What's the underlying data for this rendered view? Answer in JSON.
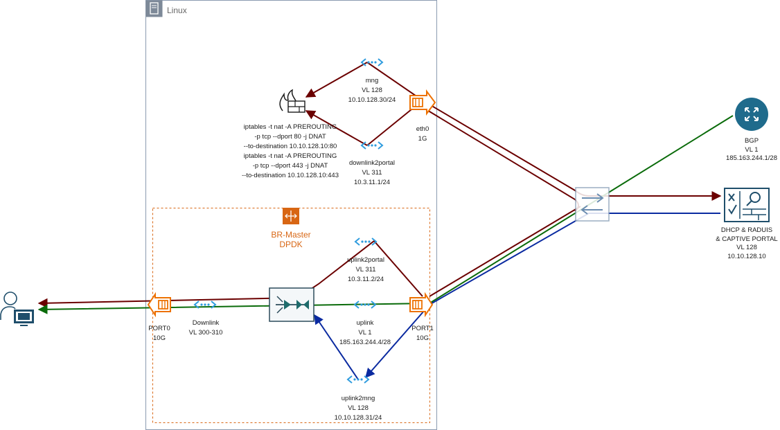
{
  "colors": {
    "mng_path": "#6b0000",
    "uplink_path": "#0a6b0a",
    "blue_path": "#0a2aa0",
    "iface": "#2f9cde",
    "port": "#ed7100",
    "linux_border": "#8a9ab0",
    "dpdk_border": "#d86613"
  },
  "linux": {
    "title": "Linux"
  },
  "br_master": {
    "line1": "BR-Master",
    "line2": "DPDK"
  },
  "iptables": {
    "lines": [
      "iptables -t nat -A PREROUTING",
      "-p tcp --dport 80 -j DNAT",
      "--to-destination 10.10.128.10:80",
      "iptables -t nat -A PREROUTING",
      "-p tcp --dport 443 -j DNAT",
      "--to-destination 10.10.128.10:443"
    ]
  },
  "mng": {
    "name": "mng",
    "vlan": "VL 128",
    "ip": "10.10.128.30/24"
  },
  "downlink2portal": {
    "name": "downlink2portal",
    "vlan": "VL 311",
    "ip": "10.3.11.1/24"
  },
  "eth0": {
    "name": "eth0",
    "speed": "1G"
  },
  "uplink2portal": {
    "name": "uplink2portal",
    "vlan": "VL 311",
    "ip": "10.3.11.2/24"
  },
  "uplink": {
    "name": "uplink",
    "vlan": "VL 1",
    "ip": "185.163.244.4/28"
  },
  "uplink2mng": {
    "name": "uplink2mng",
    "vlan": "VL 128",
    "ip": "10.10.128.31/24"
  },
  "downlink": {
    "name": "Downlink",
    "vlan": "VL 300-310"
  },
  "port0": {
    "name": "PORT0",
    "speed": "10G"
  },
  "port1": {
    "name": "PORT1",
    "speed": "10G"
  },
  "bgp": {
    "name": "BGP",
    "vlan": "VL 1",
    "ip": "185.163.244.1/28"
  },
  "dhcp": {
    "line1": "DHCP & RADUIS",
    "line2": "& CAPTIVE PORTAL",
    "vlan": "VL 128",
    "ip": "10.10.128.10"
  }
}
